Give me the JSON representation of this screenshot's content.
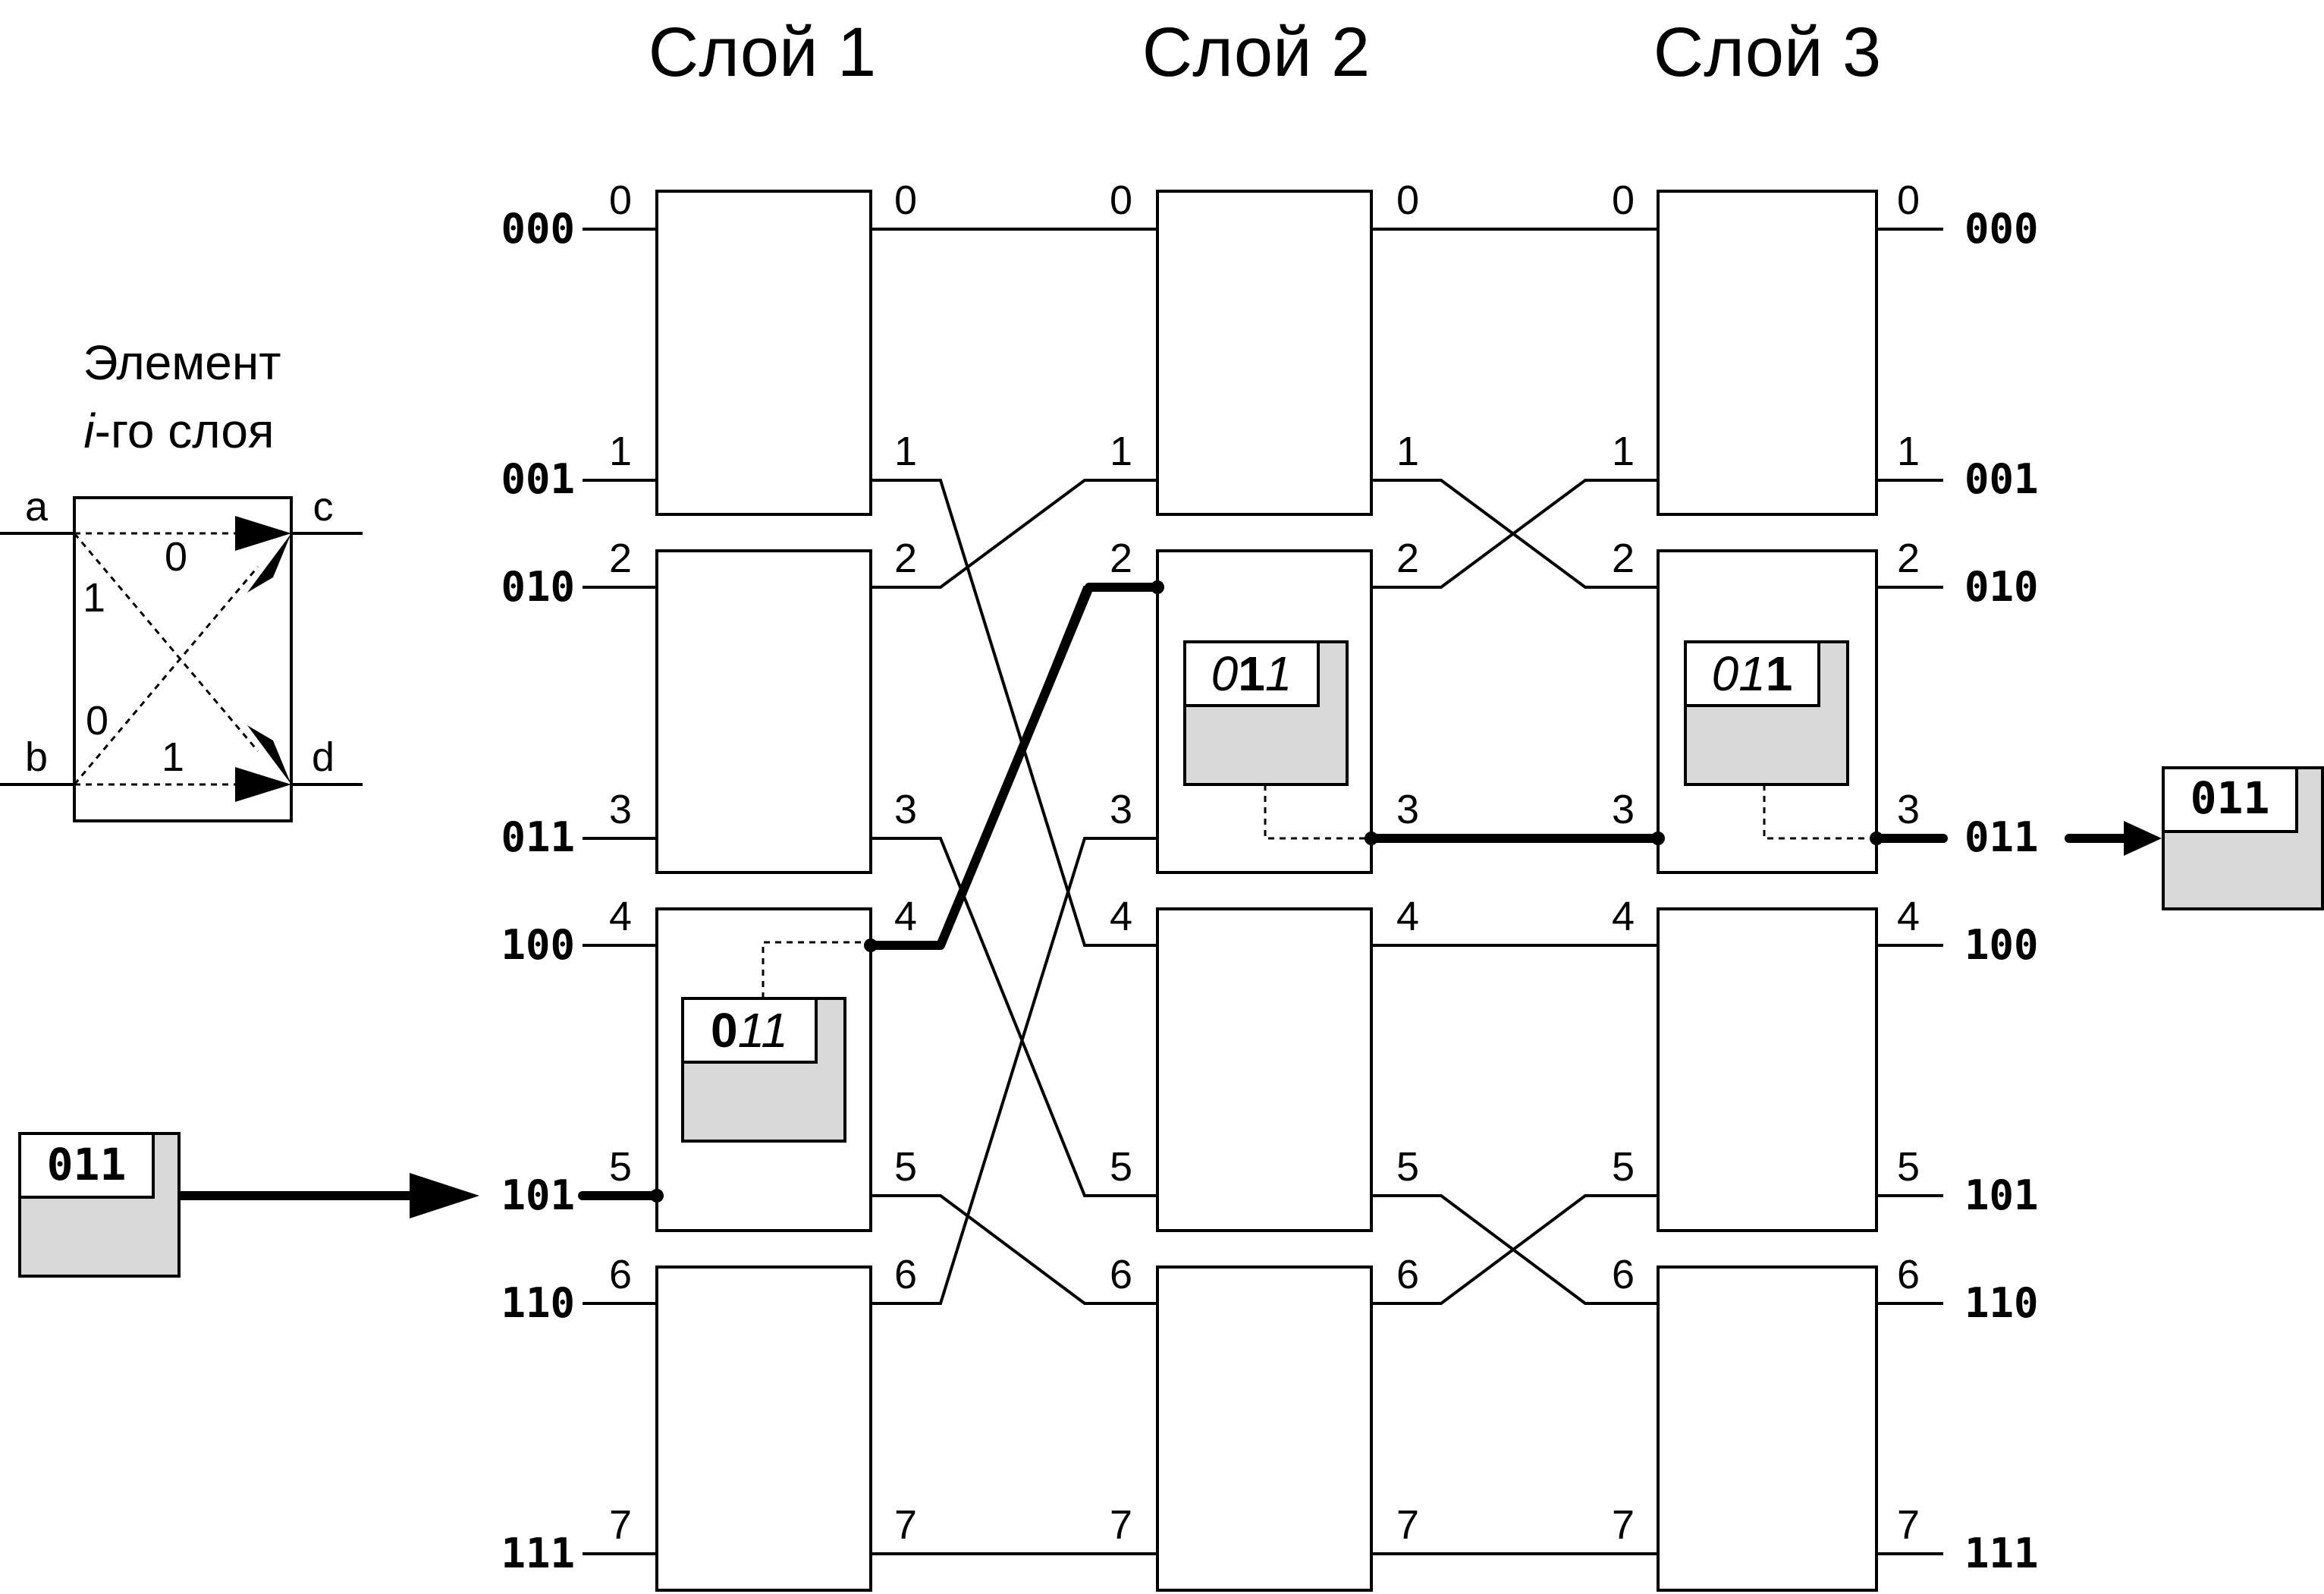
{
  "titles": [
    "Слой 1",
    "Слой 2",
    "Слой 3"
  ],
  "address_labels": [
    "000",
    "001",
    "010",
    "011",
    "100",
    "101",
    "110",
    "111"
  ],
  "port_labels": [
    "0",
    "1",
    "2",
    "3",
    "4",
    "5",
    "6",
    "7"
  ],
  "legend": {
    "title_line1": "Элемент",
    "title_italic": "i",
    "title_line2_rest": "-го слоя",
    "port_a": "a",
    "port_b": "b",
    "port_c": "c",
    "port_d": "d",
    "bit_top": "0",
    "bit_bottom": "1",
    "bit_diag_down": "1",
    "bit_diag_up": "0"
  },
  "packet": {
    "address": "011",
    "bits": [
      "0",
      "1",
      "1"
    ],
    "source_label": "011",
    "destination_label": "011"
  },
  "colors": {
    "line": "#000000",
    "packet_fill": "#d9d9d9",
    "background": "#ffffff"
  }
}
